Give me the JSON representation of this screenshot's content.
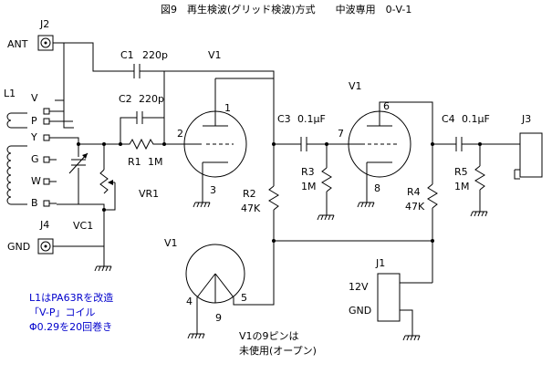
{
  "title": "図9　再生検波(グリッド検波)方式　　中波専用　0-V-1",
  "jacks": {
    "j2": "J2",
    "j3": "J3",
    "j4": "J4",
    "j1": "J1"
  },
  "terminals": {
    "ant": "ANT",
    "gnd": "GND",
    "v12": "12V",
    "gnd_power": "GND"
  },
  "coil": {
    "name": "L1",
    "taps": [
      "V",
      "P",
      "Y",
      "G",
      "W",
      "B"
    ]
  },
  "components": {
    "c1": "C1",
    "c1_value": "220p",
    "c2": "C2",
    "c2_value": "220p",
    "c3": "C3",
    "c3_value": "0.1μF",
    "c4": "C4",
    "c4_value": "0.1μF",
    "r1": "R1",
    "r1_value": "1M",
    "r2": "R2",
    "r2_value": "47K",
    "r3": "R3",
    "r3_value": "1M",
    "r4": "R4",
    "r4_value": "47K",
    "r5": "R5",
    "r5_value": "1M",
    "vr1": "VR1",
    "vc1": "VC1"
  },
  "tubes": {
    "v1_first": "V1",
    "v1_second": "V1",
    "v1_socket": "V1",
    "pins": {
      "p1": "1",
      "p2": "2",
      "p3": "3",
      "p6": "6",
      "p7": "7",
      "p8": "8"
    },
    "socket_pins": {
      "p4": "4",
      "p5": "5",
      "p9": "9"
    }
  },
  "notes": {
    "coil_note": [
      "L1はPA63Rを改造",
      "「V-P」コイル",
      "Φ0.29を20回巻き"
    ],
    "pin9_note": [
      "V1の9ピンは",
      "未使用(オープン)"
    ]
  }
}
